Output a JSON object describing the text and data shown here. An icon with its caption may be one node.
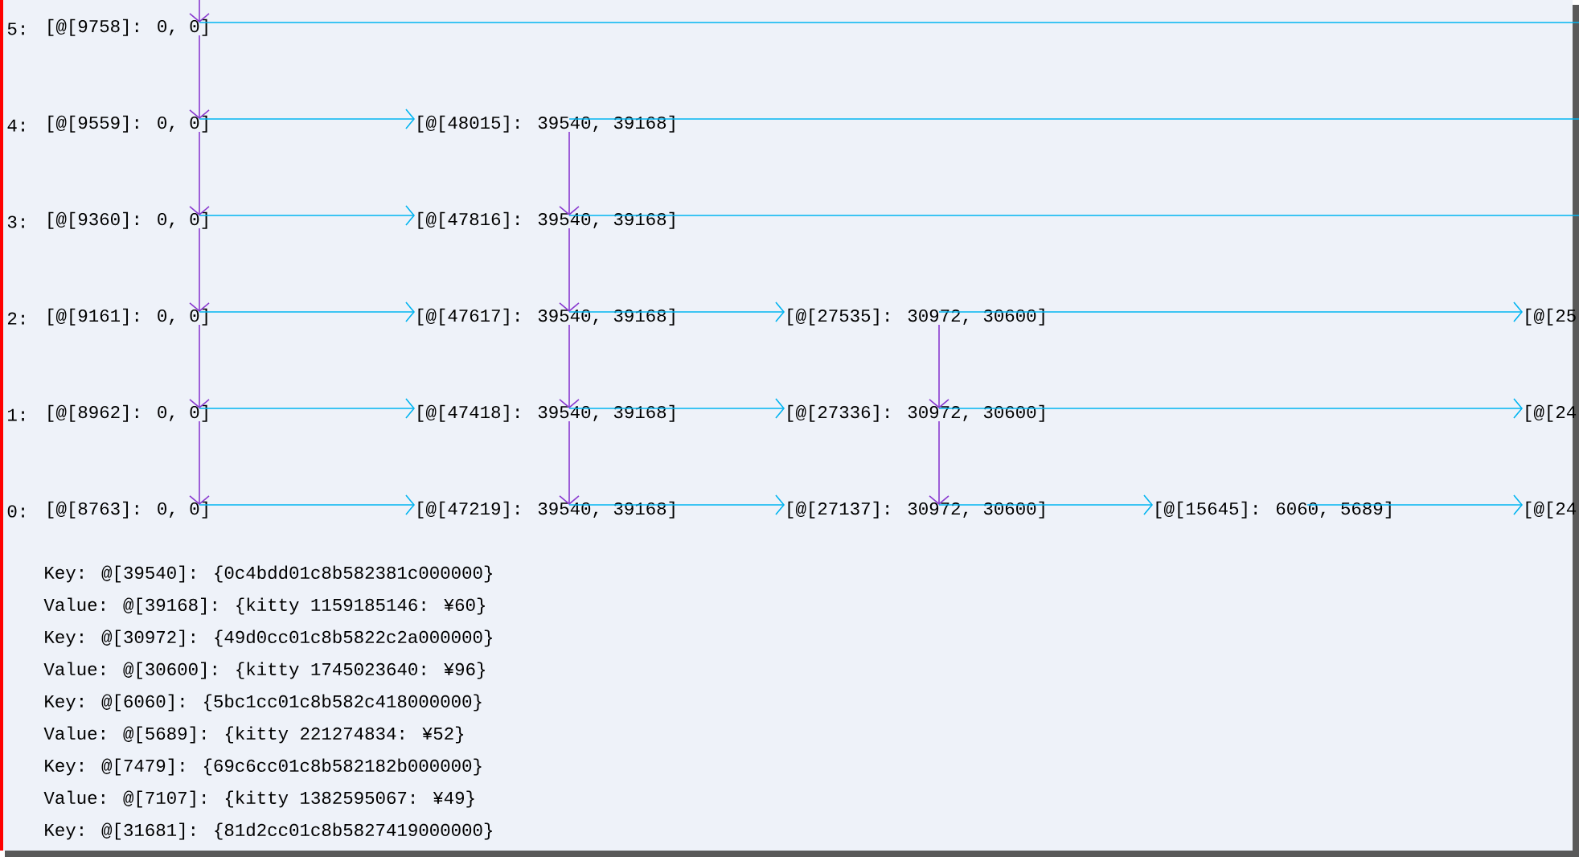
{
  "diagram": {
    "nodes": [
      {
        "text": [
          "[@[9758]: 0, 0]"
        ]
      },
      {
        "text": [
          "[@[9559]: 0, 0]"
        ]
      },
      {
        "text": [
          "[@[48015]: 39540, 39168]"
        ]
      },
      {
        "text": [
          "[@[9360]: 0, 0]"
        ]
      },
      {
        "text": [
          "[@[47816]: 39540, 39168]"
        ]
      },
      {
        "text": [
          "[@[9161]: 0, 0]"
        ]
      },
      {
        "text": [
          "[@[47617]: 39540, 39168]"
        ]
      },
      {
        "text": [
          "[@[27535]: 30972, 30600]"
        ]
      },
      {
        "text": [
          "[@[25"
        ]
      },
      {
        "text": [
          "[@[8962]: 0, 0]"
        ]
      },
      {
        "text": [
          "[@[47418]: 39540, 39168]"
        ]
      },
      {
        "text": [
          "[@[27336]: 30972, 30600]"
        ]
      },
      {
        "text": [
          "[@[24"
        ]
      },
      {
        "text": [
          "[@[8763]: 0, 0]"
        ]
      },
      {
        "text": [
          "[@[47219]: 39540, 39168]"
        ]
      },
      {
        "text": [
          "[@[27137]: 30972, 30600]"
        ]
      },
      {
        "text": [
          "[@[15645]: 6060, 5689]"
        ]
      },
      {
        "text": [
          "[@[24"
        ]
      }
    ],
    "edges": [
      {
        "from": null,
        "to": 0,
        "arrow": "to",
        "color": "#8a3ad0"
      },
      {
        "from": 0,
        "to": null,
        "arrow": "none"
      },
      {
        "from": 0,
        "to": 1,
        "arrow": "to",
        "color": "#8a3ad0"
      },
      {
        "from": 1,
        "to": 2,
        "arrow": "to"
      },
      {
        "from": 2,
        "to": null,
        "arrow": "none"
      },
      {
        "from": 1,
        "to": 3,
        "arrow": "to",
        "color": "#8a3ad0"
      },
      {
        "from": 2,
        "to": 4,
        "arrow": "to",
        "color": "#8a3ad0"
      },
      {
        "from": 3,
        "to": 4,
        "arrow": "to"
      },
      {
        "from": 4,
        "to": null,
        "arrow": "none"
      },
      {
        "from": 3,
        "to": 5,
        "arrow": "to",
        "color": "#8a3ad0"
      },
      {
        "from": 4,
        "to": 6,
        "arrow": "to",
        "color": "#8a3ad0"
      },
      {
        "from": 5,
        "to": 6,
        "arrow": "to"
      },
      {
        "from": 6,
        "to": 7,
        "arrow": "to"
      },
      {
        "from": 7,
        "to": 8,
        "arrow": "to"
      },
      {
        "from": 5,
        "to": 9,
        "arrow": "to",
        "color": "#8a3ad0"
      },
      {
        "from": 6,
        "to": 10,
        "arrow": "to",
        "color": "#8a3ad0"
      },
      {
        "from": 7,
        "to": 11,
        "arrow": "to",
        "color": "#8a3ad0"
      },
      {
        "from": 9,
        "to": 10,
        "arrow": "to"
      },
      {
        "from": 10,
        "to": 11,
        "arrow": "to"
      },
      {
        "from": 11,
        "to": 12,
        "arrow": "to"
      },
      {
        "from": 9,
        "to": 13,
        "arrow": "to",
        "color": "#8a3ad0"
      },
      {
        "from": 10,
        "to": 14,
        "arrow": "to",
        "color": "#8a3ad0"
      },
      {
        "from": 11,
        "to": 15,
        "arrow": "to",
        "color": "#8a3ad0"
      },
      {
        "from": 13,
        "to": 14,
        "arrow": "to"
      },
      {
        "from": 14,
        "to": 15,
        "arrow": "to"
      },
      {
        "from": 15,
        "to": 16,
        "arrow": "to"
      },
      {
        "from": 16,
        "to": 17,
        "arrow": "to"
      }
    ],
    "labels": [
      "5:",
      "4:",
      "3:",
      "2:",
      "1:",
      "0:",
      "Key: @[39540]: {0c4bdd01c8b582381c000000}",
      "Value: @[39168]: {kitty 1159185146: ¥60}",
      "Key: @[30972]: {49d0cc01c8b5822c2a000000}",
      "Value: @[30600]: {kitty 1745023640: ¥96}",
      "Key: @[6060]: {5bc1cc01c8b582c418000000}",
      "Value: @[5689]: {kitty 221274834: ¥52}",
      "Key: @[7479]: {69c6cc01c8b582182b000000}",
      "Value: @[7107]: {kitty 1382595067: ¥49}",
      "Key: @[31681]: {81d2cc01c8b5827419000000}"
    ]
  }
}
